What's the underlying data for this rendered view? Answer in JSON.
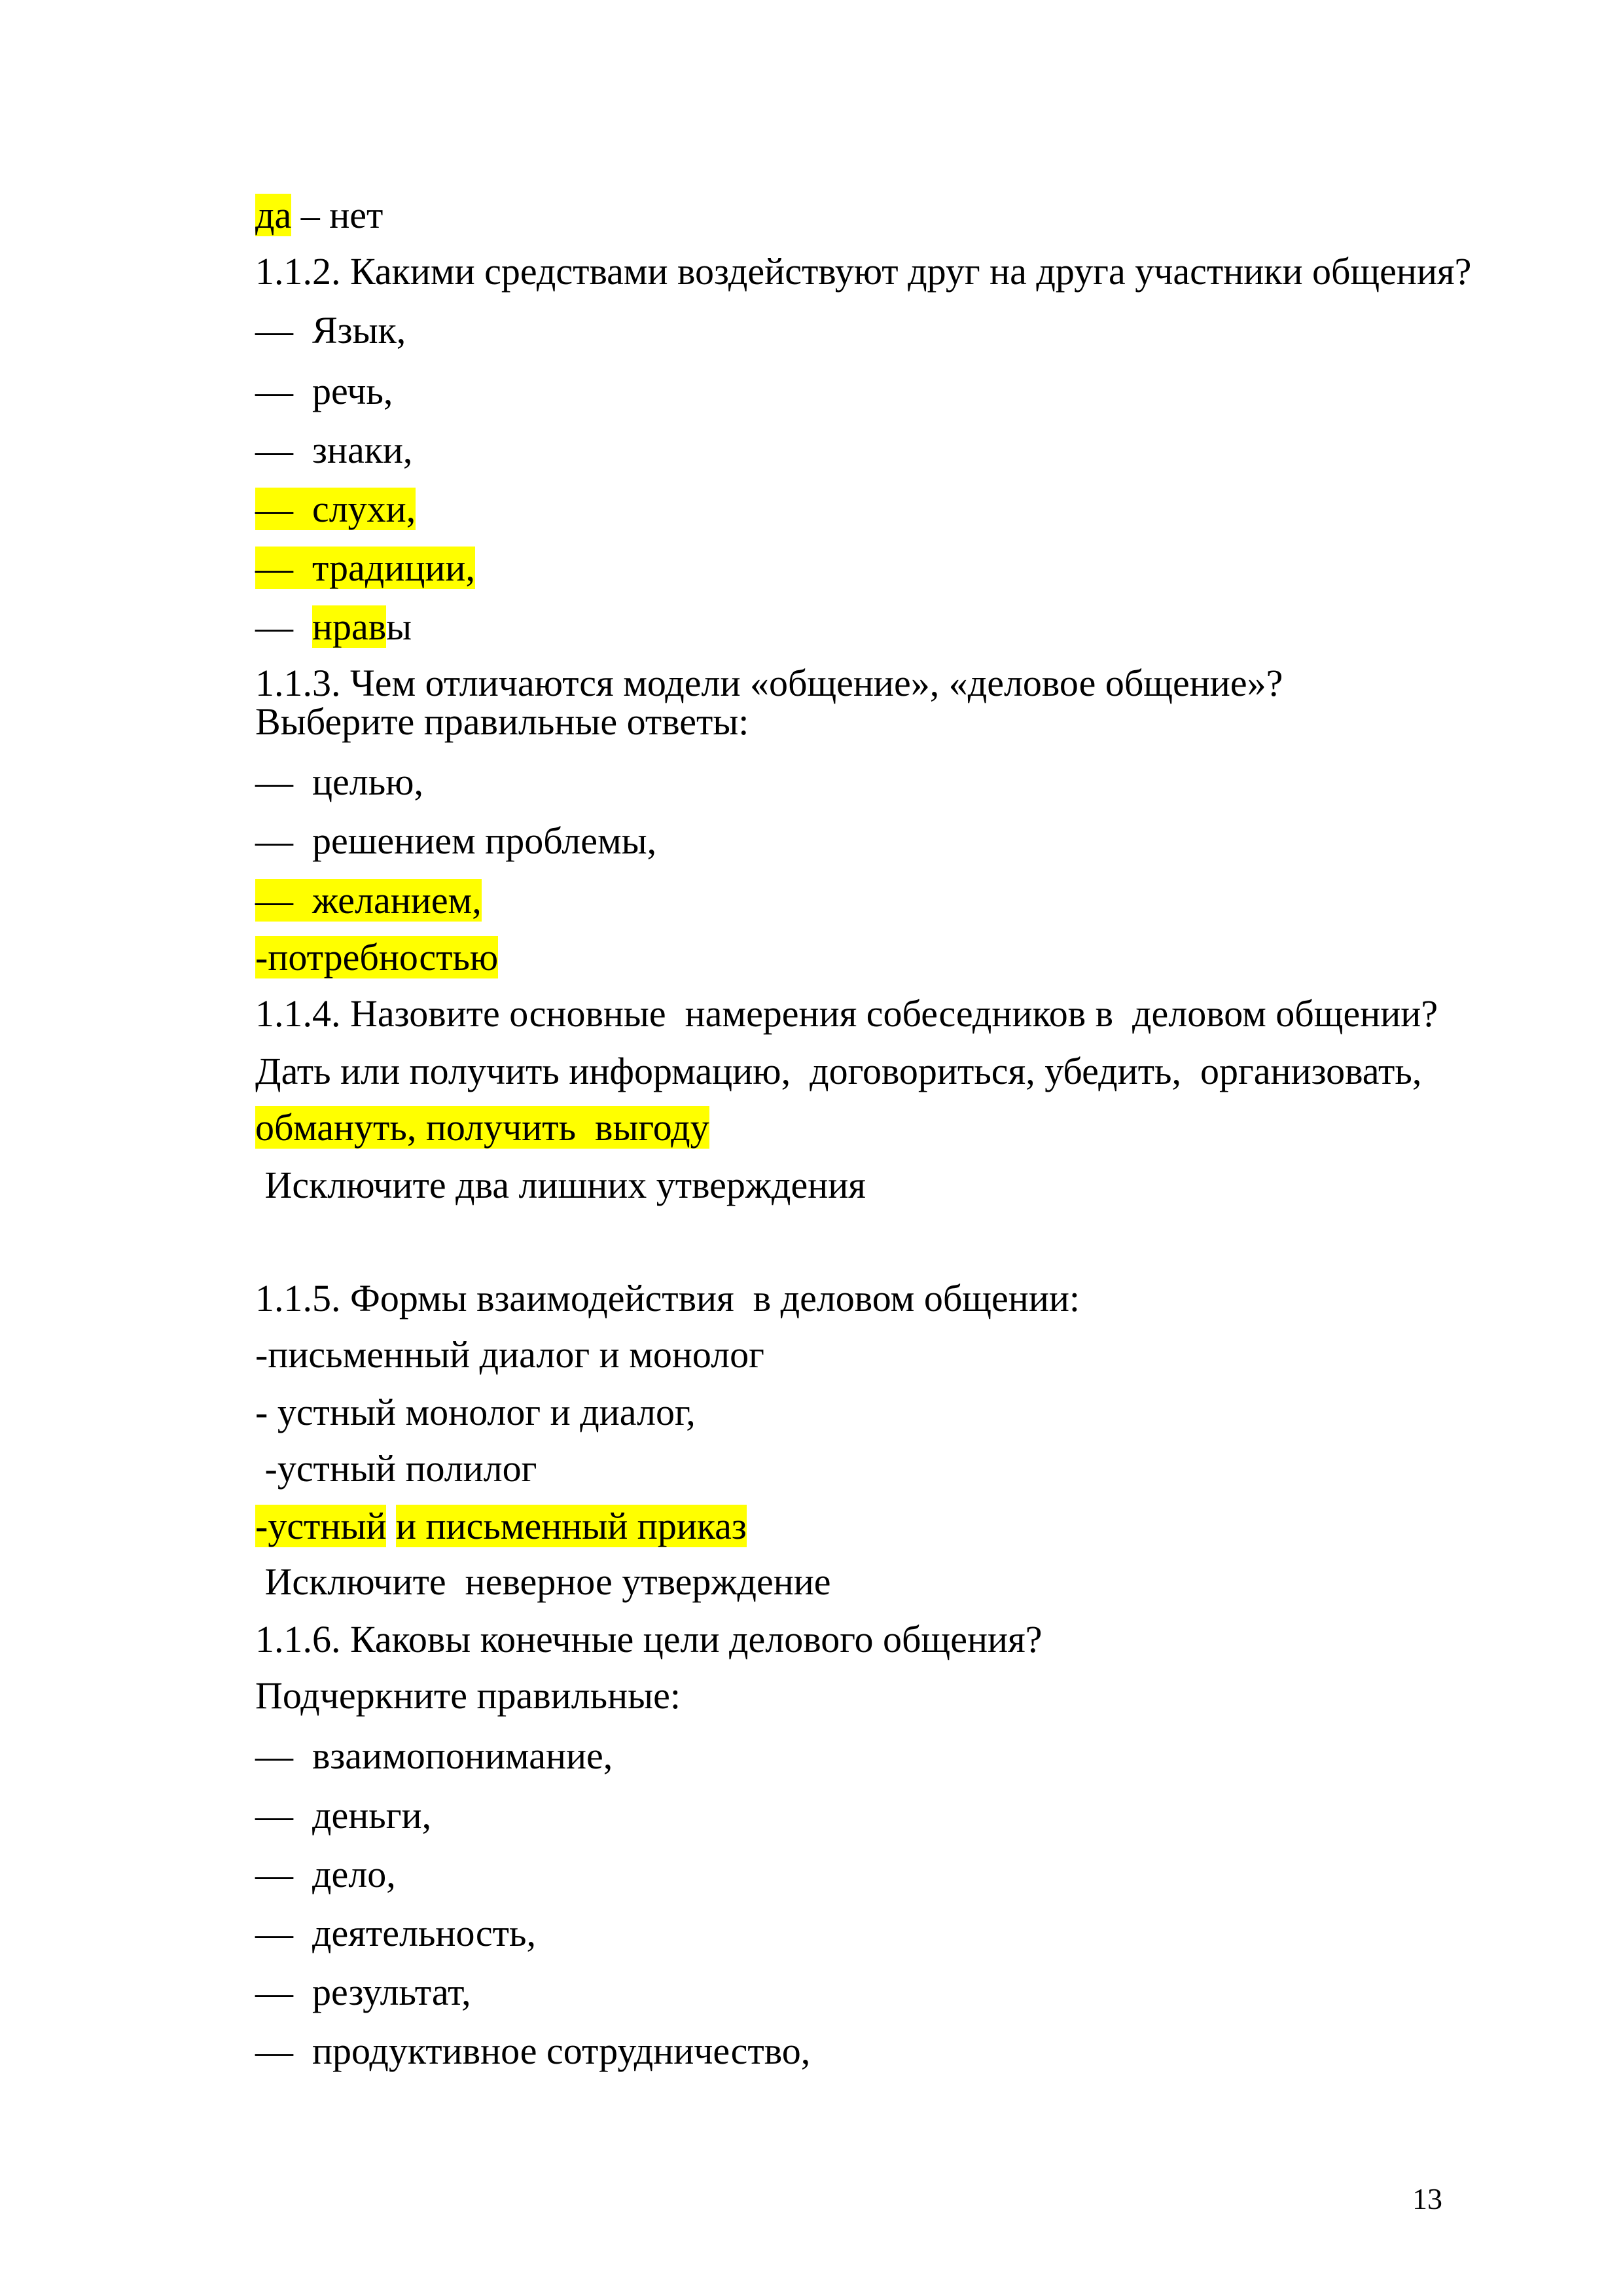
{
  "lines": [
    [
      "да",
      " – нет"
    ],
    [
      "1.1.2. Какими средствами воздействуют друг на друга участники общения?"
    ],
    [
      "—  Язык,"
    ],
    [
      "—  речь,"
    ],
    [
      "—  знаки,"
    ],
    [
      "—  слухи,"
    ],
    [
      "—  традиции,"
    ],
    [
      "—  ",
      "нрав",
      "ы"
    ],
    [
      "1.1.3. Чем отличаются модели «общение», «деловое общение»?"
    ],
    [
      "Выберите правильные ответы:"
    ],
    [
      "—  целью,"
    ],
    [
      "—  решением проблемы,"
    ],
    [
      "—  желанием,"
    ],
    [
      "-потребностью"
    ],
    [
      "1.1.4. Назовите основные  намерения собеседников в  деловом общении?"
    ],
    [
      "Дать или получить информацию,  договориться, убедить,  организовать,"
    ],
    [
      "обмануть, получить  выгоду"
    ],
    [
      " Исключите два лишних утверждения"
    ],
    [
      "1.1.5. Формы взаимодействия  в деловом общении:"
    ],
    [
      "-письменный диалог и монолог"
    ],
    [
      "- устный монолог и диалог,"
    ],
    [
      " -устный полилог"
    ],
    [
      "-устный",
      " ",
      "и письменный приказ"
    ],
    [
      " Исключите  неверное утверждение"
    ],
    [
      "1.1.6. Каковы конечные цели делового общения?"
    ],
    [
      "Подчеркните правильные:"
    ],
    [
      "—  взаимопонимание,"
    ],
    [
      "—  деньги,"
    ],
    [
      "—  дело,"
    ],
    [
      "—  деятельность,"
    ],
    [
      "—  результат,"
    ],
    [
      "—  продуктивное сотрудничество,"
    ]
  ],
  "highlight_color": "#ffff00",
  "page_number": "13"
}
